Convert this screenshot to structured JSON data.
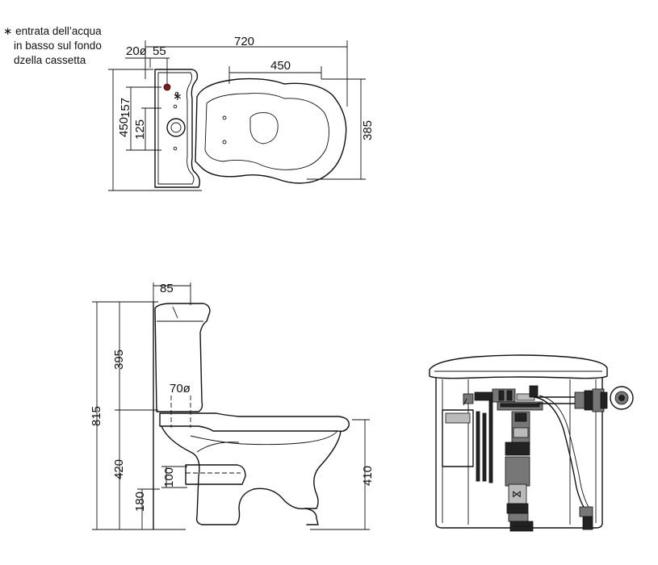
{
  "note": {
    "star": "∗",
    "line1": "entrata dell’acqua",
    "line2": "in basso sul fondo",
    "line3": "dzella cassetta"
  },
  "top_view": {
    "overall_length": "720",
    "bowl_length": "450",
    "inlet_label": "20ø",
    "inlet_offset": "55",
    "tank_depth": "450",
    "inlet_height_157": "157",
    "inlet_height_125": "125",
    "bowl_width": "385",
    "inlet_marker": "∗"
  },
  "side_view": {
    "tank_lid": "85",
    "total_height": "815",
    "tank_height": "395",
    "flush_height": "420",
    "outlet_height": "180",
    "outlet_diameter": "100",
    "pipe_diameter": "70ø",
    "rim_height": "410"
  },
  "front_view": {},
  "colors": {
    "line": "#111111",
    "inlet_dot": "#8a1a1a",
    "background": "#ffffff"
  }
}
